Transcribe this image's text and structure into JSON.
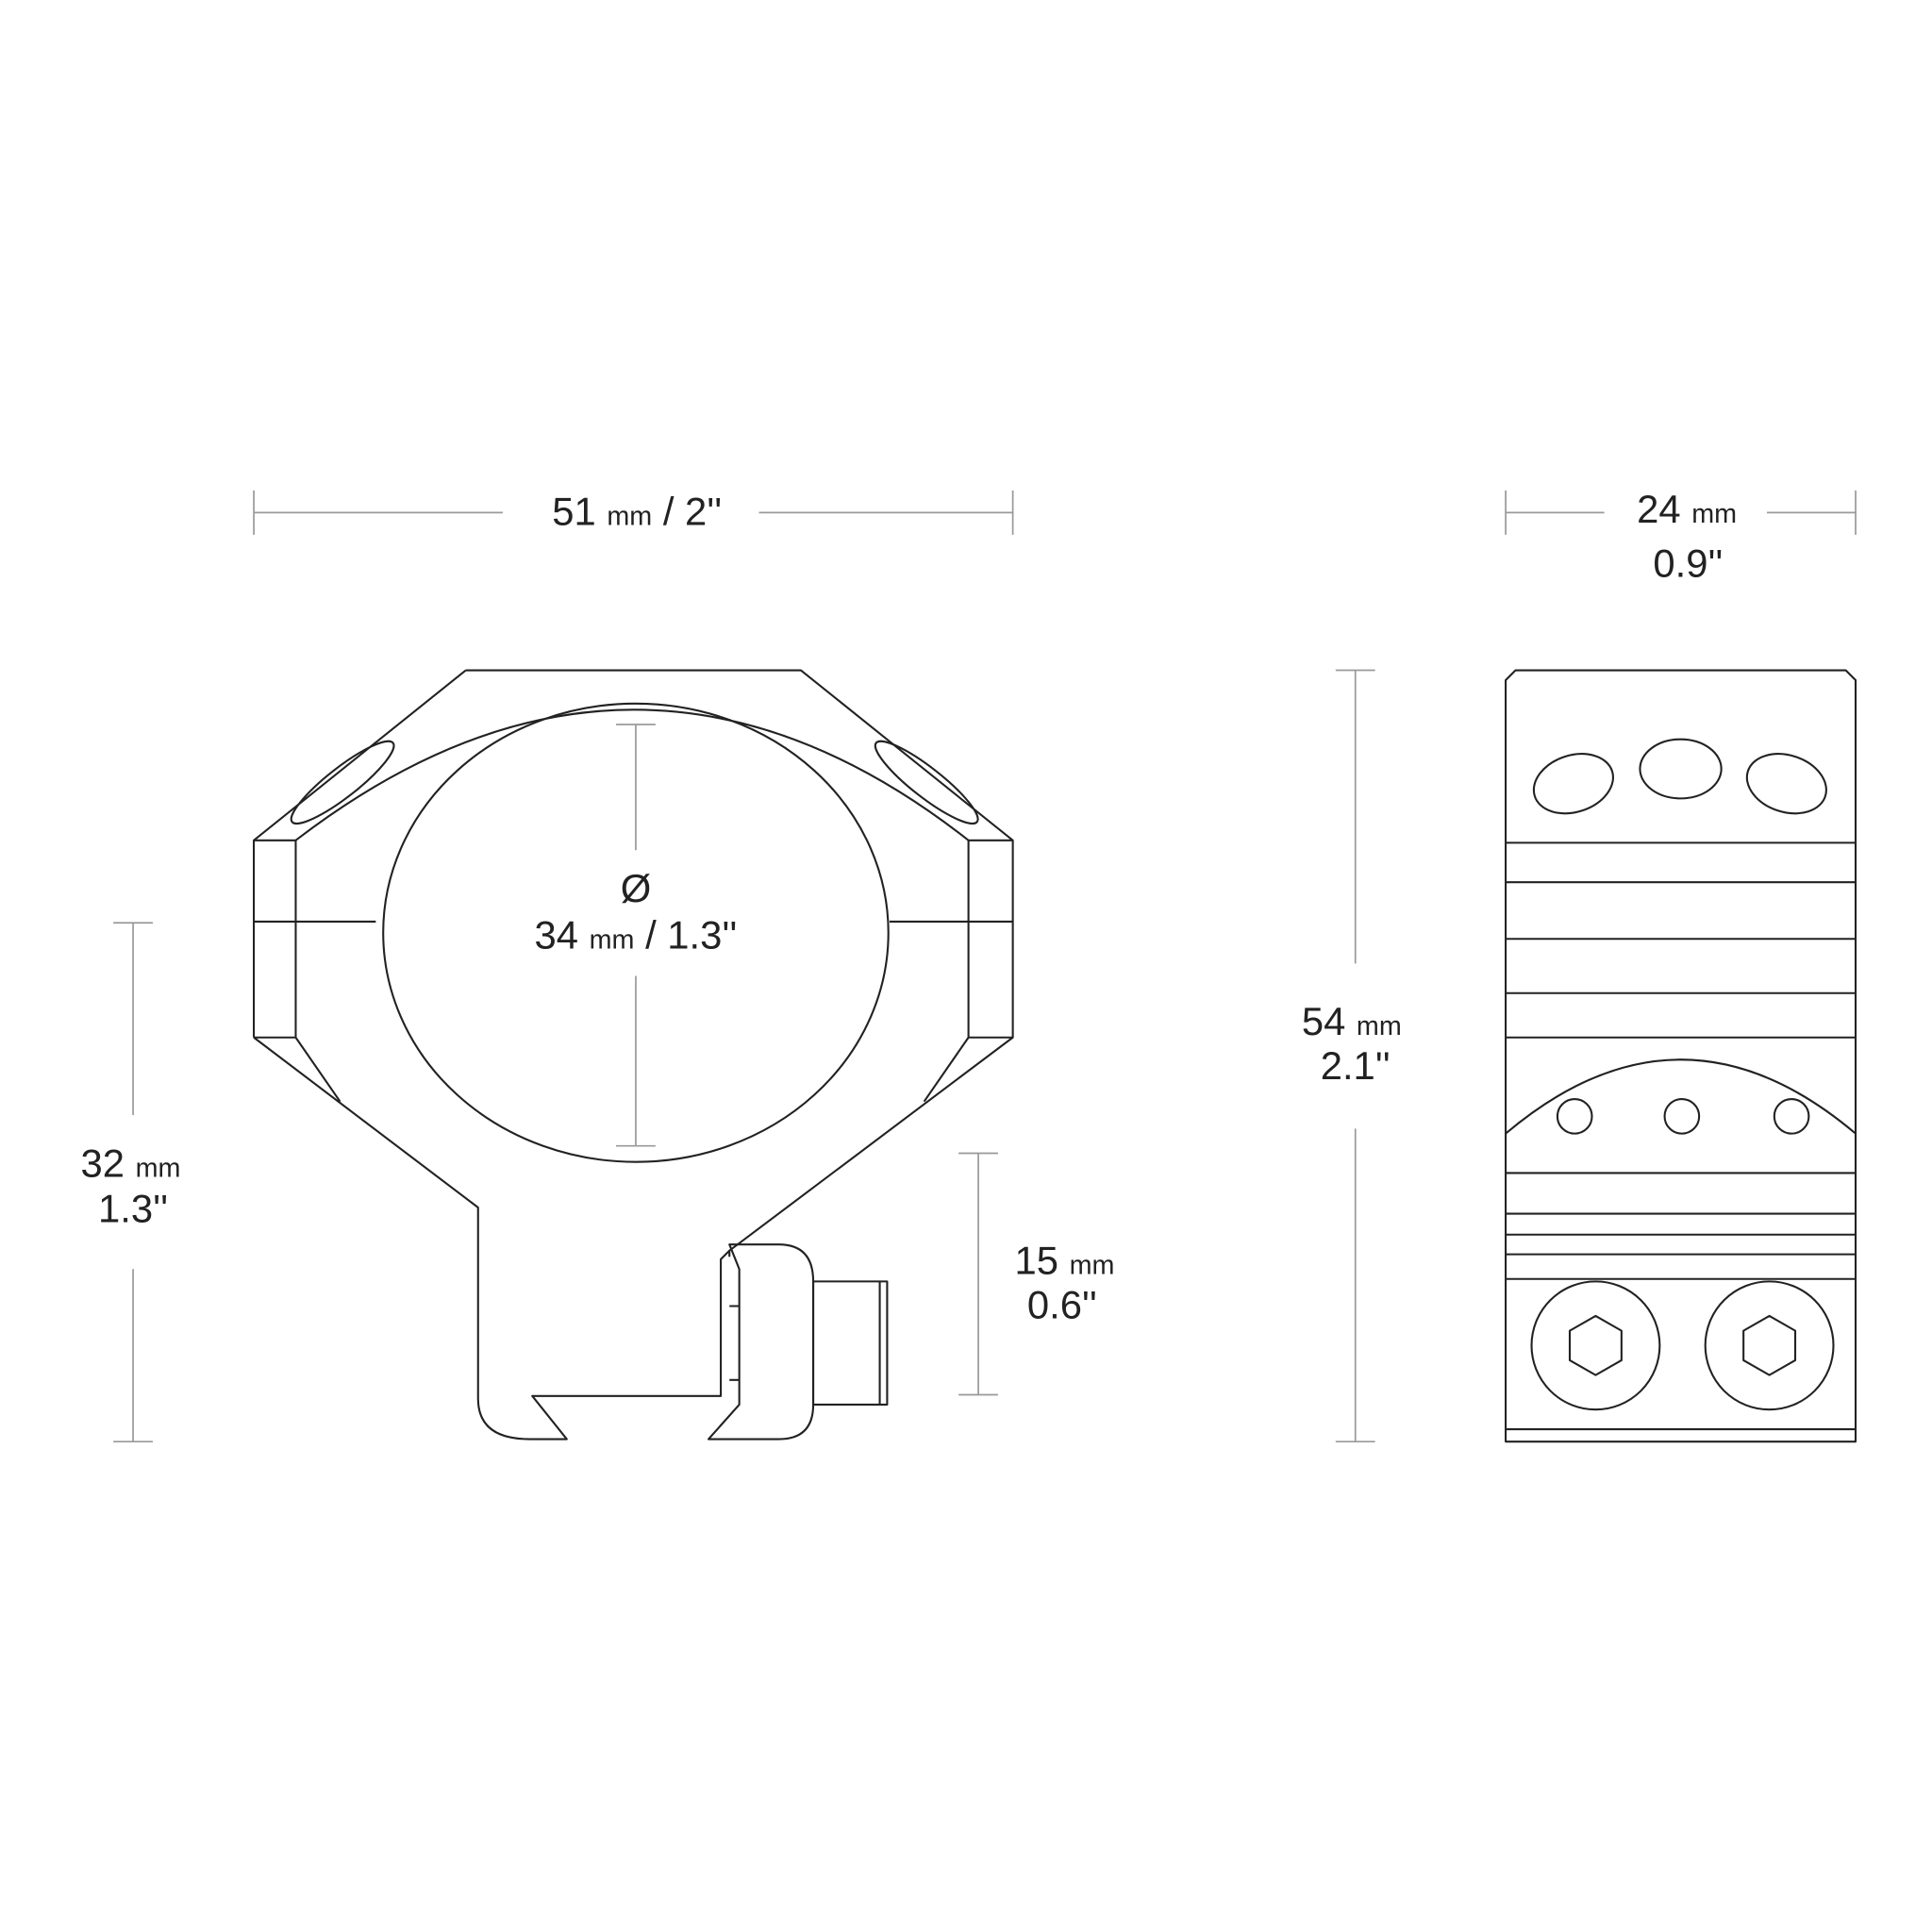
{
  "dimensions": {
    "width_front": {
      "value": "51",
      "unit": "mm",
      "imperial": "/ 2''"
    },
    "diameter": {
      "symbol": "Ø",
      "value": "34",
      "unit": "mm",
      "imperial": "/ 1.3''"
    },
    "height_center": {
      "value": "32",
      "unit": "mm",
      "imperial": "1.3''"
    },
    "clamp_height": {
      "value": "15",
      "unit": "mm",
      "imperial": "0.6''"
    },
    "height_total": {
      "value": "54",
      "unit": "mm",
      "imperial": "2.1''"
    },
    "width_side": {
      "value": "24",
      "unit": "mm",
      "imperial": "0.9''"
    }
  },
  "colors": {
    "line": "#222222",
    "dimension": "#999999"
  }
}
